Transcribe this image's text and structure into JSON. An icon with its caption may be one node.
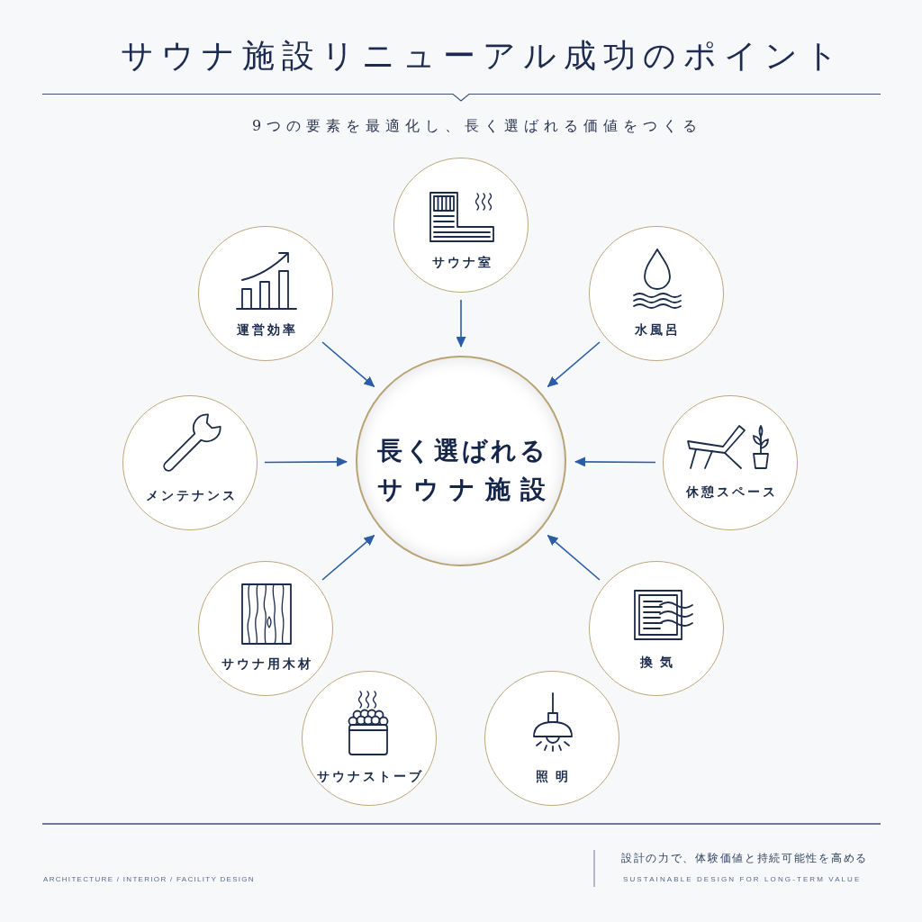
{
  "diagram": {
    "title": "サウナ施設リニューアル成功のポイント",
    "nodes": [
      {
        "text": [
          "サウナ室"
        ]
      },
      {
        "text": [
          "運営効率"
        ]
      },
      {
        "text": [
          "水風呂"
        ]
      },
      {
        "text": [
          "メンテナンス"
        ]
      },
      {
        "text": [
          "長く選ばれるサウナ施設"
        ]
      },
      {
        "text": [
          "休憩スペース"
        ]
      },
      {
        "text": [
          "サウナ用木材"
        ]
      },
      {
        "text": [
          "換気"
        ]
      },
      {
        "text": [
          "サウナストーブ"
        ]
      },
      {
        "text": [
          "照明"
        ]
      }
    ],
    "edges": [
      {
        "from": 0,
        "to": 4,
        "arrow": "to"
      },
      {
        "from": 1,
        "to": 4,
        "arrow": "to"
      },
      {
        "from": 2,
        "to": 4,
        "arrow": "to"
      },
      {
        "from": 3,
        "to": 4,
        "arrow": "to"
      },
      {
        "from": 5,
        "to": 4,
        "arrow": "to"
      },
      {
        "from": 6,
        "to": 4,
        "arrow": "to"
      },
      {
        "from": 7,
        "to": 4,
        "arrow": "to"
      }
    ],
    "labels": [
      "9つの要素を最適化し、長く選ばれる価値をつくる",
      "ARCHITECTURE / INTERIOR / FACILITY DESIGN",
      "設計の力で、体験価値と持続可能性を高める",
      "SUSTAINABLE DESIGN FOR LONG-TERM VALUE"
    ]
  }
}
